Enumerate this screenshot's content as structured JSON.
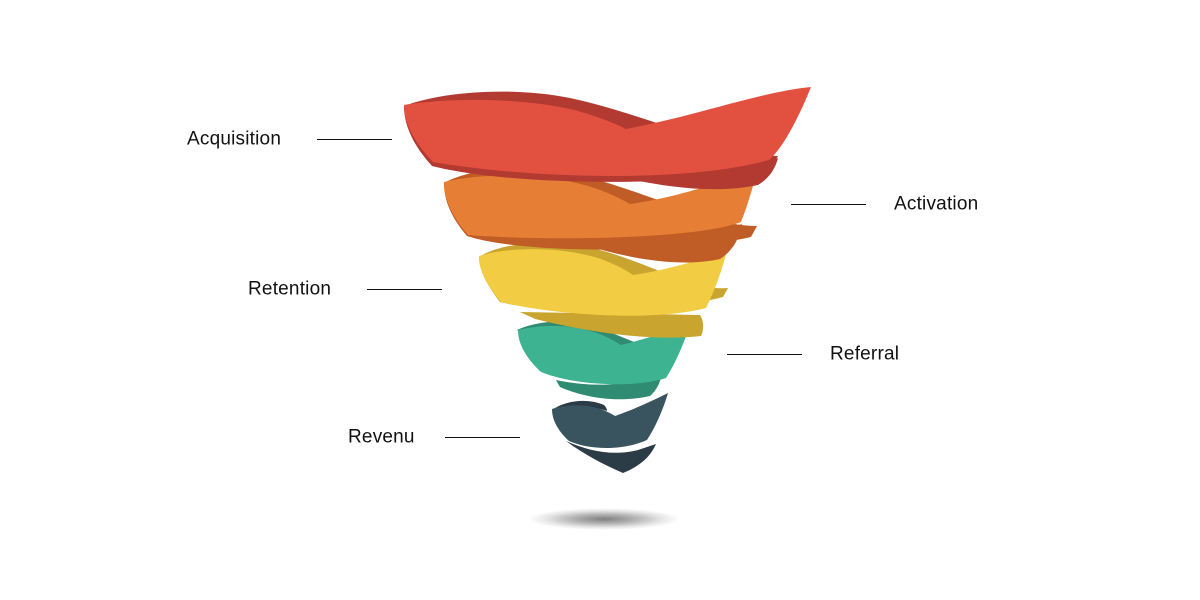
{
  "page": {
    "background": "#ffffff",
    "text_color": "#111111"
  },
  "funnel": {
    "kind": "ribbon-funnel-diagram",
    "stages": [
      {
        "label": "Acquisition",
        "side": "left",
        "color": "#e25140",
        "shade": "#b23a31"
      },
      {
        "label": "Activation",
        "side": "right",
        "color": "#e67f35",
        "shade": "#c05c25"
      },
      {
        "label": "Retention",
        "side": "left",
        "color": "#f2cc42",
        "shade": "#c9a52f"
      },
      {
        "label": "Referral",
        "side": "right",
        "color": "#3db391",
        "shade": "#2f8b71"
      },
      {
        "label": "Revenu",
        "side": "left",
        "color": "#3a545f",
        "shade": "#2b3c46"
      }
    ]
  }
}
